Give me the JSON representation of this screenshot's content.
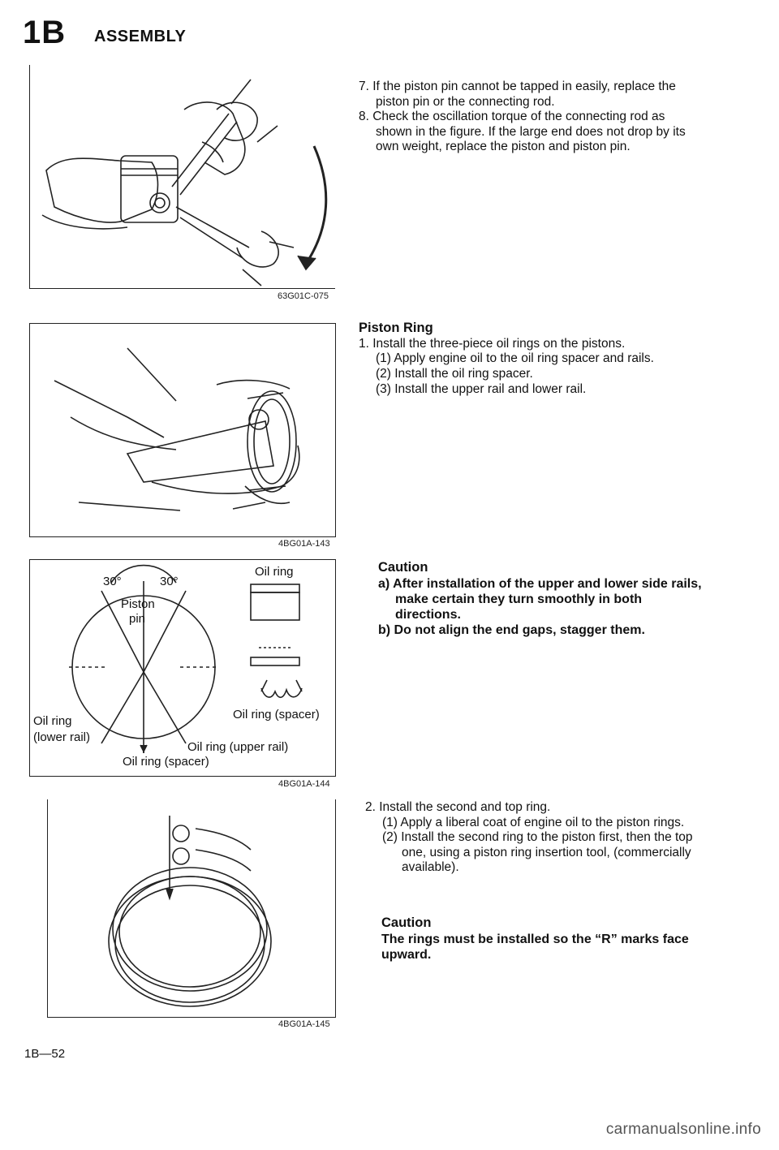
{
  "header": {
    "section_number": "1B",
    "title": "ASSEMBLY"
  },
  "figures": {
    "fig1_code": "63G01C-075",
    "fig2_code": "4BG01A-143",
    "fig3_code": "4BG01A-144",
    "fig4_code": "4BG01A-145"
  },
  "diagram3": {
    "angle_left": "30°",
    "angle_right": "30°",
    "piston": "Piston",
    "pin": "pin",
    "oil_ring_top": "Oil ring",
    "oil_ring_spacer_right": "Oil ring (spacer)",
    "oil_ring_lower_1": "Oil ring",
    "oil_ring_lower_2": "(lower rail)",
    "oil_ring_upper": "Oil ring (upper rail)",
    "oil_ring_spacer_bottom": "Oil ring (spacer)"
  },
  "section1": {
    "steps": [
      "7. If the piston pin cannot be tapped in easily, replace the piston pin or the connecting rod.",
      "8. Check the oscillation torque of the connecting rod as shown in the figure. If the large end does not drop by its own weight, replace the piston and piston pin."
    ]
  },
  "piston_ring": {
    "heading": "Piston Ring",
    "step1": "1. Install the three-piece oil rings on the pistons.",
    "sub1": "(1) Apply engine oil to the oil ring spacer and rails.",
    "sub2": "(2) Install the oil ring spacer.",
    "sub3": "(3) Install the upper rail and lower rail."
  },
  "caution1": {
    "title": "Caution",
    "a": "a) After installation of the upper and lower side rails, make certain they turn smoothly in both directions.",
    "b": "b) Do not align the end gaps, stagger them."
  },
  "step2": {
    "main": "2. Install the second and top ring.",
    "sub1": "(1) Apply a liberal coat of engine oil to the piston rings.",
    "sub2": "(2) Install the second ring to the piston first, then the top one, using a piston ring insertion tool, (commercially available)."
  },
  "caution2": {
    "title": "Caution",
    "text": "The rings must be installed so the “R” marks face upward."
  },
  "footer": {
    "page_number": "1B—52"
  },
  "watermark": "carmanualsonline.info"
}
